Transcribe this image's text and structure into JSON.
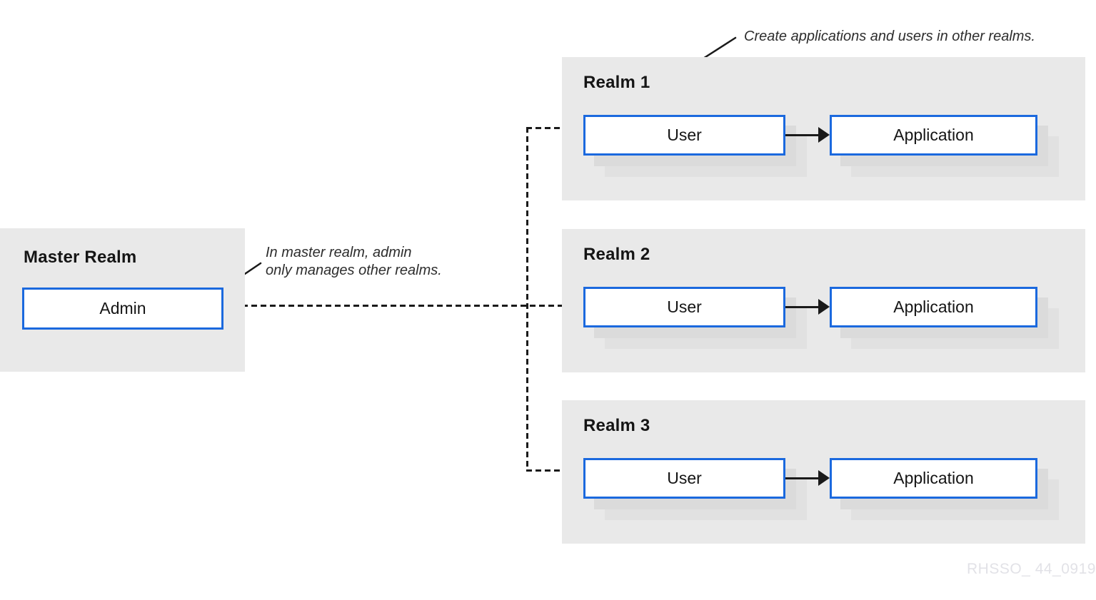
{
  "diagram": {
    "master": {
      "title": "Master Realm",
      "admin_label": "Admin"
    },
    "realms": [
      {
        "title": "Realm 1",
        "user_label": "User",
        "application_label": "Application"
      },
      {
        "title": "Realm 2",
        "user_label": "User",
        "application_label": "Application"
      },
      {
        "title": "Realm 3",
        "user_label": "User",
        "application_label": "Application"
      }
    ],
    "annotations": {
      "create_apps": "Create applications and users in other realms.",
      "master_admin_line1": "In master realm, admin",
      "master_admin_line2": "only manages other realms."
    },
    "watermark": "RHSSO_ 44_0919"
  },
  "colors": {
    "canvas_bg": "#ffffff",
    "panel_bg": "#e9e9e9",
    "box_bg": "#ffffff",
    "box_border": "#1b69de",
    "shadow_1": "#dbdbdb",
    "shadow_2": "#e1e1e1",
    "text": "#151515",
    "annotation_text": "#2d2d2d",
    "connector": "#1a1a1a",
    "watermark": "#e2e2e7"
  }
}
